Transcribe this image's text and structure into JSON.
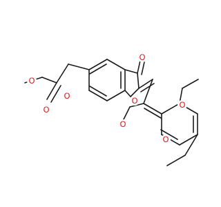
{
  "structure": {
    "atom_labels": {
      "o_carbonyl": "O",
      "o_ring": "O",
      "o_ether": "O",
      "o_ester_carbonyl": "O",
      "o_ester_single": "O",
      "o_methoxy_2": "O",
      "o_methoxy_4": "O",
      "o_methoxy_5": "O"
    }
  },
  "colors": {
    "oxygen": "#e0191e",
    "bond": "#1a1a1a",
    "background": "#ffffff"
  }
}
